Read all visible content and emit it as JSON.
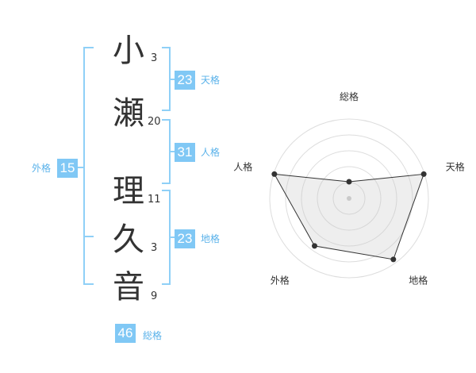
{
  "name": {
    "characters": [
      {
        "char": "小",
        "strokes": "3"
      },
      {
        "char": "瀬",
        "strokes": "20"
      },
      {
        "char": "理",
        "strokes": "11"
      },
      {
        "char": "久",
        "strokes": "3"
      },
      {
        "char": "音",
        "strokes": "9"
      }
    ]
  },
  "fortunes": {
    "tenkaku": {
      "value": "23",
      "label": "天格"
    },
    "jinkaku": {
      "value": "31",
      "label": "人格"
    },
    "chikaku": {
      "value": "23",
      "label": "地格"
    },
    "gaikaku": {
      "value": "15",
      "label": "外格"
    },
    "soukaku": {
      "value": "46",
      "label": "総格"
    }
  },
  "colors": {
    "accent": "#80c8f5",
    "accent_text": "#5ab2ea",
    "bracket": "#8fd0f7"
  },
  "chart_data": {
    "type": "radar",
    "axes": [
      "総格",
      "天格",
      "地格",
      "外格",
      "人格"
    ],
    "values": [
      0.21,
      0.99,
      0.95,
      0.74,
      0.99
    ],
    "range": [
      0,
      1
    ],
    "rings": 5,
    "grid": true
  }
}
